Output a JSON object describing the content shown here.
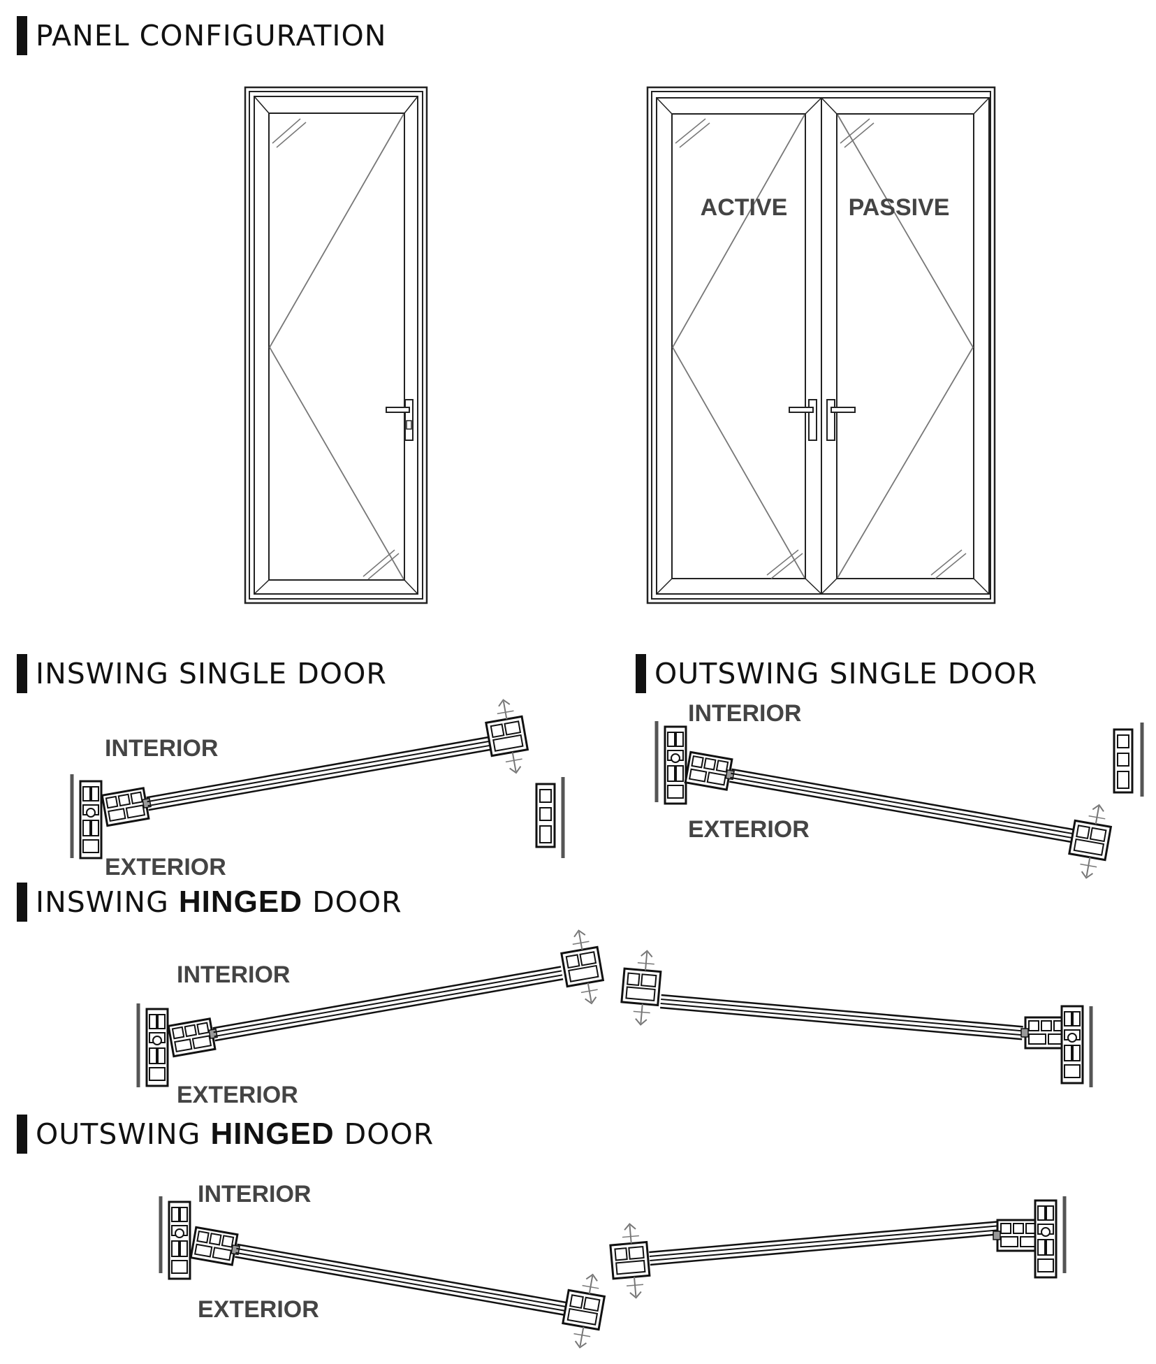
{
  "headings": {
    "panel": "PANEL CONFIGURATION",
    "inswing_single": "INSWING SINGLE DOOR",
    "outswing_single": "OUTSWING SINGLE DOOR",
    "inswing_hinged": {
      "pre": "INSWING ",
      "bold": "HINGED",
      "post": " DOOR"
    },
    "outswing_hinged": {
      "pre": "OUTSWING ",
      "bold": "HINGED",
      "post": " DOOR"
    }
  },
  "labels": {
    "active": "ACTIVE",
    "passive": "PASSIVE",
    "interior": "INTERIOR",
    "exterior": "EXTERIOR"
  }
}
